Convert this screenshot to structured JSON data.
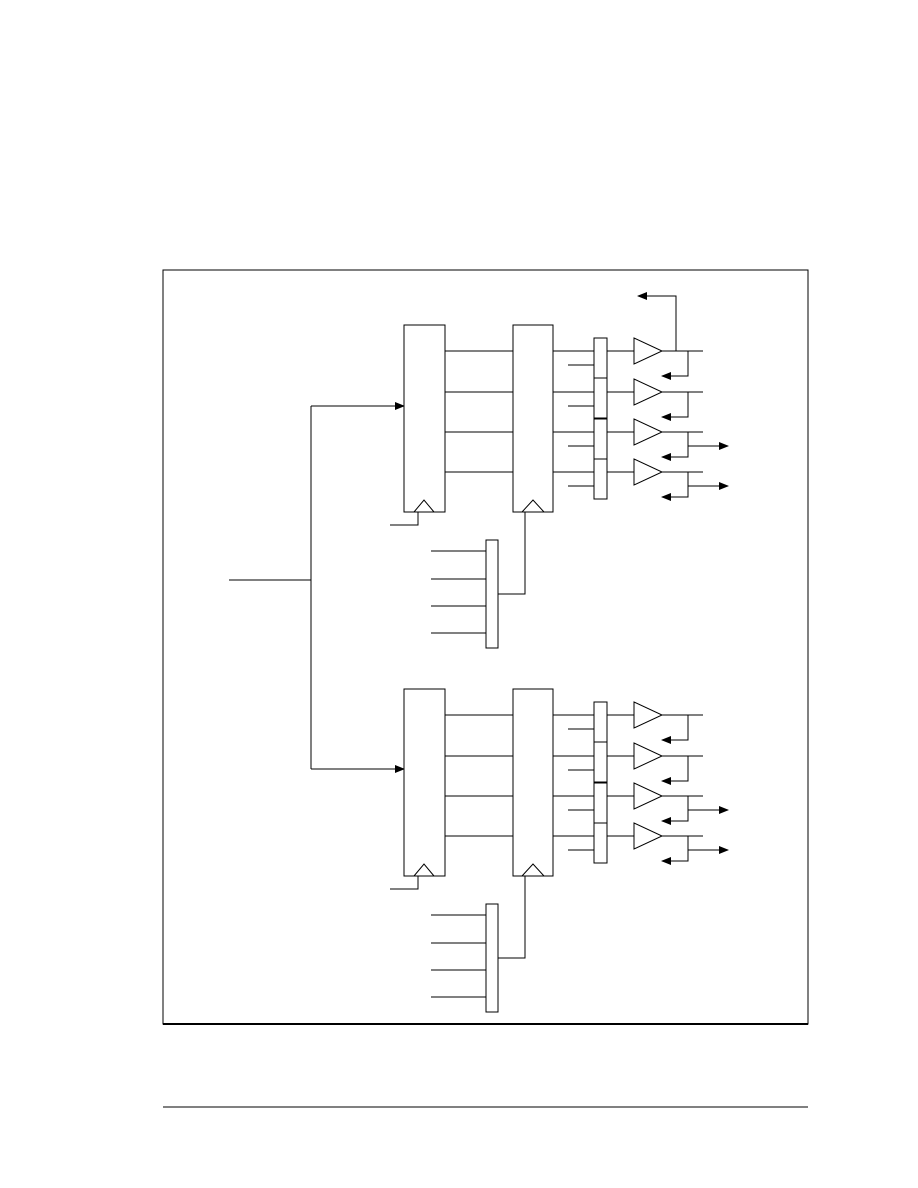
{
  "figure": {
    "colors": {
      "line": "#000000",
      "background": "#ffffff"
    },
    "banks": [
      {
        "name": "upper",
        "register_bits": 4,
        "selector_inputs": 4,
        "output_lanes": [
          {
            "loop_arrow": true,
            "side_arrow": false,
            "up_arrow": true
          },
          {
            "loop_arrow": true,
            "side_arrow": false,
            "up_arrow": false
          },
          {
            "loop_arrow": true,
            "side_arrow": true,
            "up_arrow": false
          },
          {
            "loop_arrow": true,
            "side_arrow": true,
            "up_arrow": false
          }
        ]
      },
      {
        "name": "lower",
        "register_bits": 4,
        "selector_inputs": 4,
        "output_lanes": [
          {
            "loop_arrow": true,
            "side_arrow": false,
            "up_arrow": false
          },
          {
            "loop_arrow": true,
            "side_arrow": false,
            "up_arrow": false
          },
          {
            "loop_arrow": true,
            "side_arrow": true,
            "up_arrow": false
          },
          {
            "loop_arrow": true,
            "side_arrow": true,
            "up_arrow": false
          }
        ]
      }
    ]
  }
}
